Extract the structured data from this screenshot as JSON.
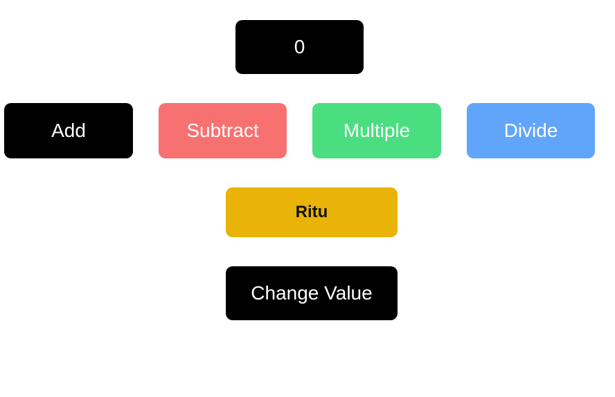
{
  "counter": {
    "value": "0"
  },
  "operations": {
    "add_label": "Add",
    "subtract_label": "Subtract",
    "multiple_label": "Multiple",
    "divide_label": "Divide"
  },
  "name_display": {
    "text": "Ritu"
  },
  "change_value_label": "Change Value",
  "colors": {
    "counter_bg": "#000000",
    "add_bg": "#000000",
    "subtract_bg": "#f87171",
    "multiple_bg": "#4ade80",
    "divide_bg": "#60a5fa",
    "name_bg": "#eab308",
    "change_bg": "#000000"
  }
}
